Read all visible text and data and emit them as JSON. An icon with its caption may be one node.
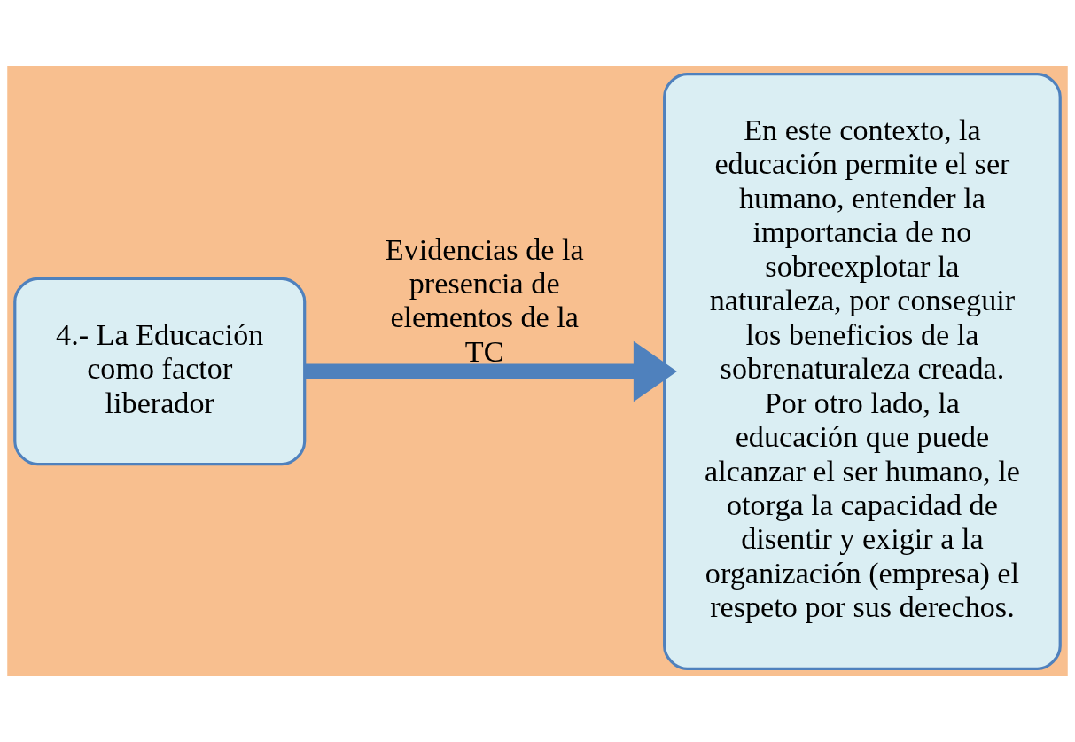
{
  "diagram": {
    "nodes": [
      {
        "text": [
          "4.- La Educación como factor liberador"
        ]
      },
      {
        "text": [
          "En este contexto, la educación permite el ser humano, entender la importancia de no sobreexplotar la naturaleza, por conseguir los beneficios de la sobrenaturaleza creada. Por otro lado, la educación que puede alcanzar el ser humano, le otorga la capacidad de disentir y exigir a la organización (empresa) el respeto por sus derechos."
        ]
      }
    ],
    "edges": [
      {
        "from": 0,
        "to": 1,
        "arrow": "to",
        "label": "Evidencias de la presencia de elementos de la TC"
      }
    ]
  }
}
